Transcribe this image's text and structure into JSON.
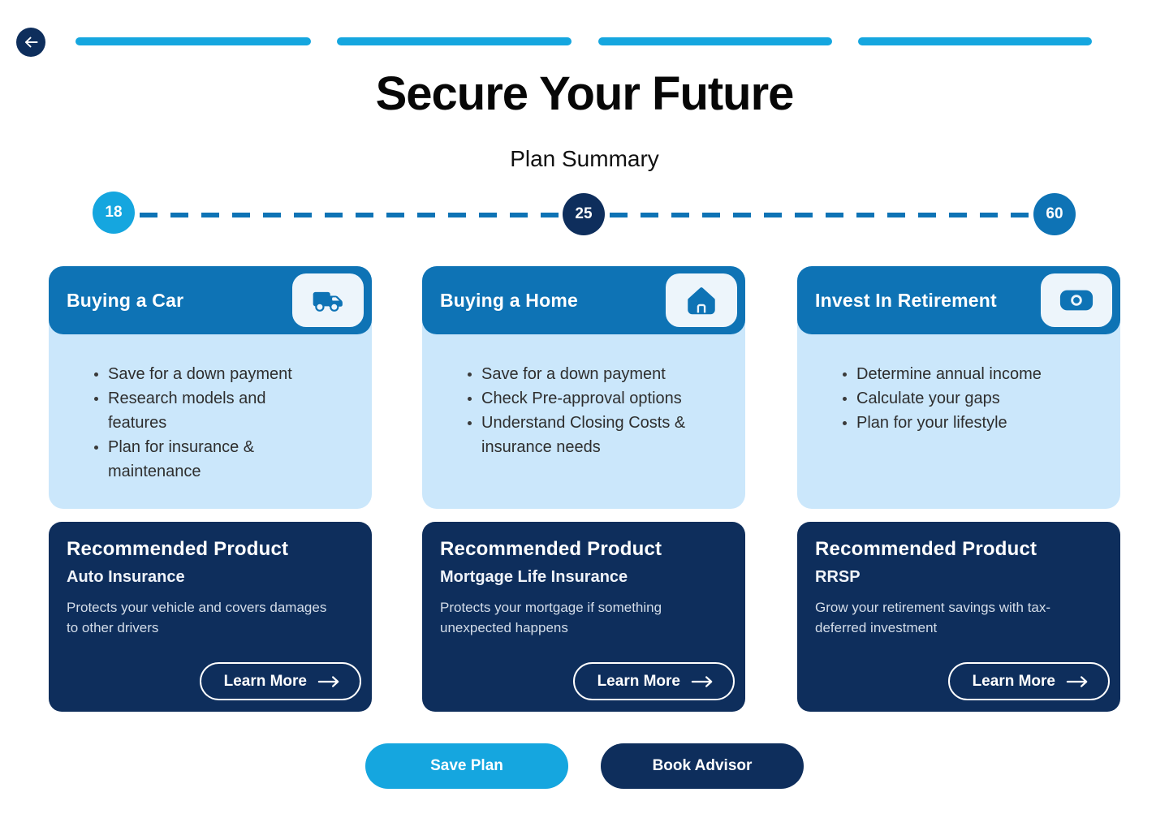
{
  "page": {
    "title": "Secure Your Future",
    "subtitle": "Plan Summary"
  },
  "colors": {
    "accent_cyan": "#15A6DF",
    "medium_blue": "#0E73B5",
    "navy": "#0E2E5C",
    "card_light_blue": "#CBE7FB"
  },
  "progress": {
    "segment_count": 4
  },
  "timeline": {
    "nodes": [
      {
        "label": "18",
        "color": "#15A6DF"
      },
      {
        "label": "25",
        "color": "#0E2E5C"
      },
      {
        "label": "60",
        "color": "#0E73B5"
      }
    ]
  },
  "cards": [
    {
      "title": "Buying a Car",
      "icon": "truck-icon",
      "bullets": [
        "Save for a down payment",
        "Research models and features",
        "Plan for insurance & maintenance"
      ]
    },
    {
      "title": "Buying a Home",
      "icon": "home-icon",
      "bullets": [
        "Save for a down payment",
        "Check Pre-approval options",
        "Understand Closing Costs & insurance needs"
      ]
    },
    {
      "title": "Invest In Retirement",
      "icon": "money-icon",
      "bullets": [
        "Determine annual income",
        "Calculate your gaps",
        "Plan for your lifestyle"
      ]
    }
  ],
  "recommended": [
    {
      "heading": "Recommended Product",
      "product": "Auto Insurance",
      "description": "Protects your vehicle and covers damages to other drivers",
      "cta": "Learn More"
    },
    {
      "heading": "Recommended Product",
      "product": "Mortgage Life Insurance",
      "description": "Protects your mortgage if something unexpected  happens",
      "cta": "Learn More"
    },
    {
      "heading": "Recommended Product",
      "product": "RRSP",
      "description": "Grow your retirement savings with tax-deferred investment",
      "cta": "Learn More"
    }
  ],
  "footer": {
    "save_label": "Save Plan",
    "book_label": "Book Advisor"
  }
}
